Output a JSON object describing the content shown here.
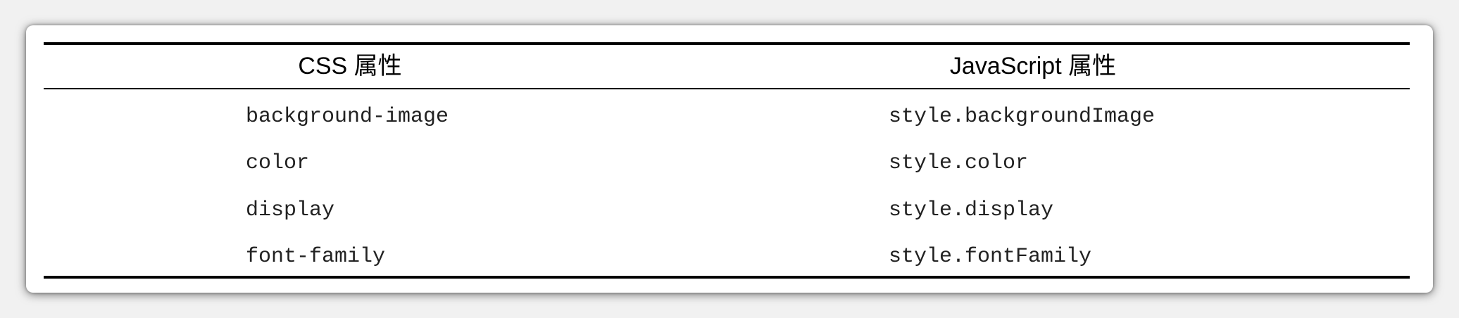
{
  "table": {
    "headers": [
      "CSS 属性",
      "JavaScript 属性"
    ],
    "rows": [
      [
        "background-image",
        "style.backgroundImage"
      ],
      [
        "color",
        "style.color"
      ],
      [
        "display",
        "style.display"
      ],
      [
        "font-family",
        "style.fontFamily"
      ]
    ]
  }
}
